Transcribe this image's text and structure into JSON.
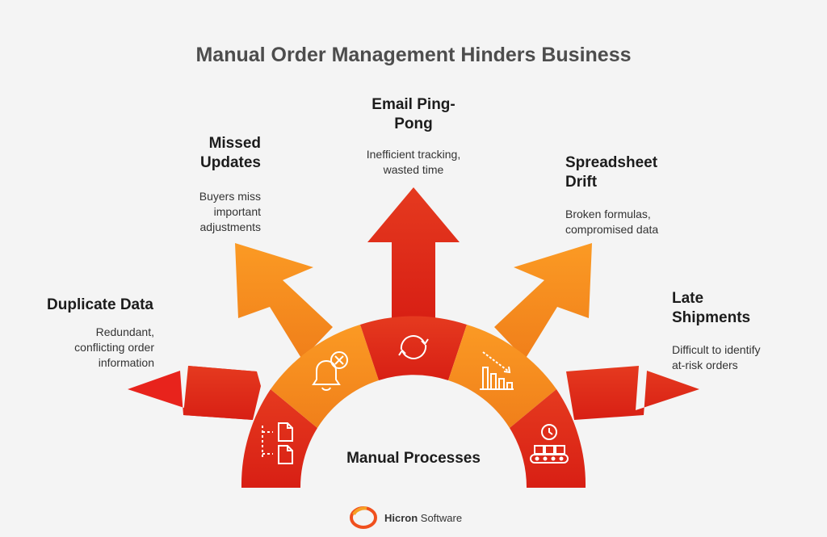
{
  "title": "Manual Order Management Hinders Business",
  "center": "Manual Processes",
  "items": [
    {
      "heading_lines": [
        "Duplicate Data"
      ],
      "desc_lines": [
        "Redundant,",
        "conflicting order",
        "information"
      ],
      "icon": "documents-icon",
      "color": "#e8231c"
    },
    {
      "heading_lines": [
        "Missed",
        "Updates"
      ],
      "desc_lines": [
        "Buyers miss",
        "important",
        "adjustments"
      ],
      "icon": "bell-cancel-icon",
      "color": "#f58a1f"
    },
    {
      "heading_lines": [
        "Email Ping-",
        "Pong"
      ],
      "desc_lines": [
        "Inefficient tracking,",
        "wasted time"
      ],
      "icon": "sync-arrows-icon",
      "color": "#e8231c"
    },
    {
      "heading_lines": [
        "Spreadsheet",
        "Drift"
      ],
      "desc_lines": [
        "Broken formulas,",
        "compromised data"
      ],
      "icon": "declining-chart-icon",
      "color": "#f58a1f"
    },
    {
      "heading_lines": [
        "Late",
        "Shipments"
      ],
      "desc_lines": [
        "Difficult to identify",
        "at-risk orders"
      ],
      "icon": "conveyor-clock-icon",
      "color": "#e8231c"
    }
  ],
  "logo": {
    "brand": "Hicron",
    "suffix": " Software"
  }
}
